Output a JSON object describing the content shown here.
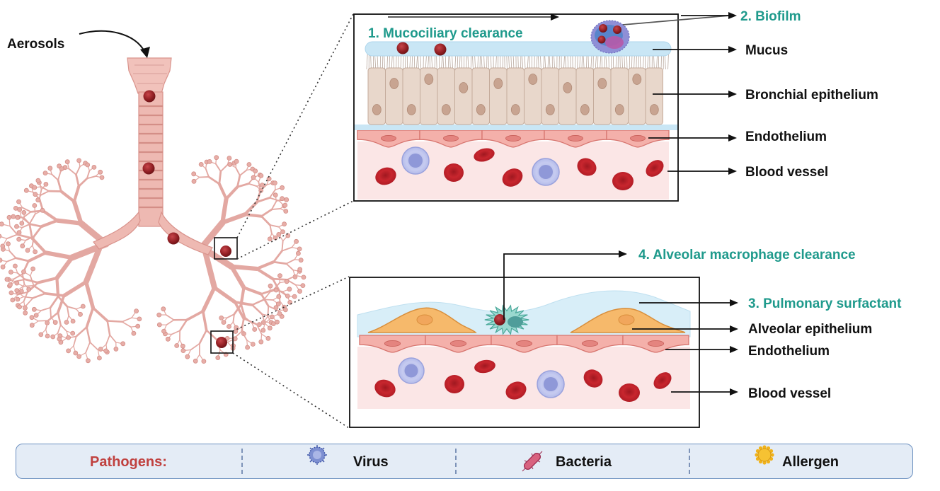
{
  "labels": {
    "aerosols": "Aerosols",
    "mucociliary": "1. Mucociliary clearance",
    "biofilm": "2. Biofilm",
    "mucus": "Mucus",
    "bronchial": "Bronchial epithelium",
    "endothelium_top": "Endothelium",
    "blood_top": "Blood vessel",
    "macrophage": "4. Alveolar macrophage clearance",
    "surfactant": "3. Pulmonary surfactant",
    "alveolar_epi": "Alveolar epithelium",
    "endothelium_bottom": "Endothelium",
    "blood_bottom": "Blood vessel"
  },
  "legend": {
    "title": "Pathogens:",
    "items": [
      {
        "label": "Virus",
        "icon": "virus-icon"
      },
      {
        "label": "Bacteria",
        "icon": "bacteria-icon"
      },
      {
        "label": "Allergen",
        "icon": "allergen-icon"
      }
    ]
  },
  "colors": {
    "teal_label": "#1f9a8c",
    "pathogens_label": "#c0413f",
    "tissue_pink": "#e8aaa3",
    "red_cell": "#c8262e",
    "mucus_blue": "#c9e6f5",
    "legend_bg": "#e4ecf6"
  }
}
